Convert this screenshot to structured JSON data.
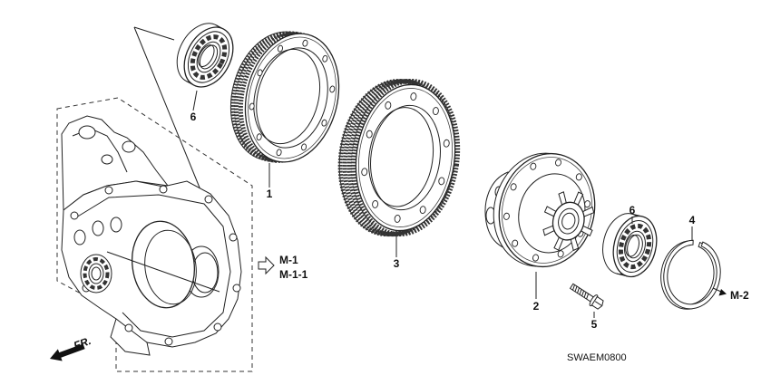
{
  "diagram": {
    "callouts": [
      "6",
      "1",
      "3",
      "6",
      "4",
      "2",
      "5"
    ],
    "references": {
      "left": [
        "M-1",
        "M-1-1"
      ],
      "right": "M-2"
    },
    "direction_label": "FR.",
    "code": "SWAEM0800"
  },
  "colors": {
    "line": "#222222",
    "teeth": "#333333",
    "background": "#ffffff"
  },
  "icons": {
    "reference_arrow": "hollow-right-arrow-icon",
    "right_reference_arrow": "right-arrow-icon",
    "front_arrow": "front-direction-arrow-icon"
  }
}
